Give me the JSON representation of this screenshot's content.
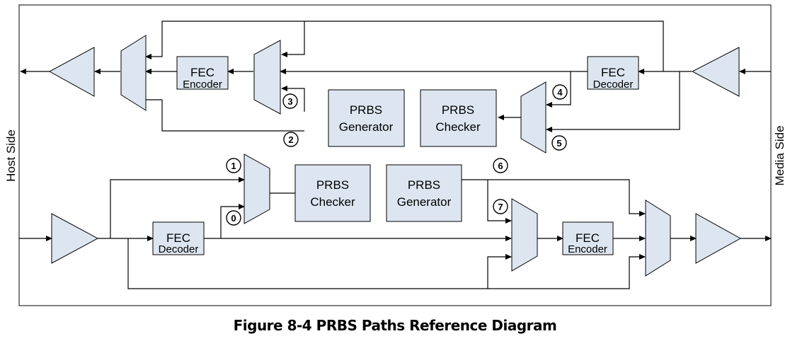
{
  "labels": {
    "host_side": "Host Side",
    "media_side": "Media Side",
    "fec_encoder_top_1": "FEC",
    "fec_encoder_top_2": "Encoder",
    "fec_decoder_top_1": "FEC",
    "fec_decoder_top_2": "Decoder",
    "prbs_generator_top_1": "PRBS",
    "prbs_generator_top_2": "Generator",
    "prbs_checker_top_1": "PRBS",
    "prbs_checker_top_2": "Checker",
    "prbs_checker_bottom_1": "PRBS",
    "prbs_checker_bottom_2": "Checker",
    "prbs_generator_bottom_1": "PRBS",
    "prbs_generator_bottom_2": "Generator",
    "fec_decoder_bottom_1": "FEC",
    "fec_decoder_bottom_2": "Decoder",
    "fec_encoder_bottom_1": "FEC",
    "fec_encoder_bottom_2": "Encoder"
  },
  "markers": {
    "m1": "1",
    "m2": "2",
    "m3": "3",
    "m4": "4",
    "m5": "5",
    "m6": "6",
    "m7": "7",
    "m0": "0"
  },
  "caption": "Figure 8-4 PRBS Paths Reference Diagram"
}
